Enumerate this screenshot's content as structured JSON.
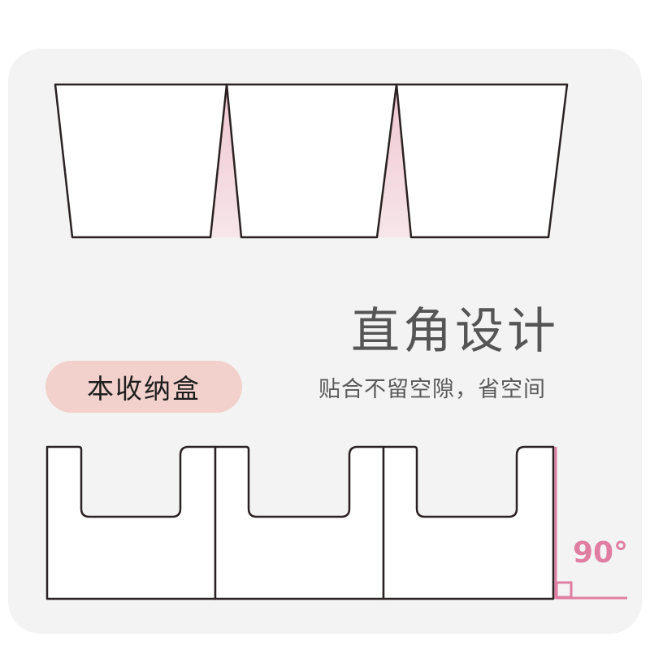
{
  "heading": {
    "title": "直角设计",
    "subtitle": "贴合不留空隙，省空间"
  },
  "badge": {
    "label": "本收纳盒",
    "color": "#f2d1cc"
  },
  "angle": {
    "label": "90°",
    "color": "#e07ea1"
  },
  "illustrations": {
    "top": "three trapezoid boxes with pink gaps",
    "bottom": "three right-angle boxes fitted flush"
  },
  "colors": {
    "outline": "#2a2222",
    "gap_pink": "#f1cfd7",
    "background": "#f3f3f3"
  }
}
